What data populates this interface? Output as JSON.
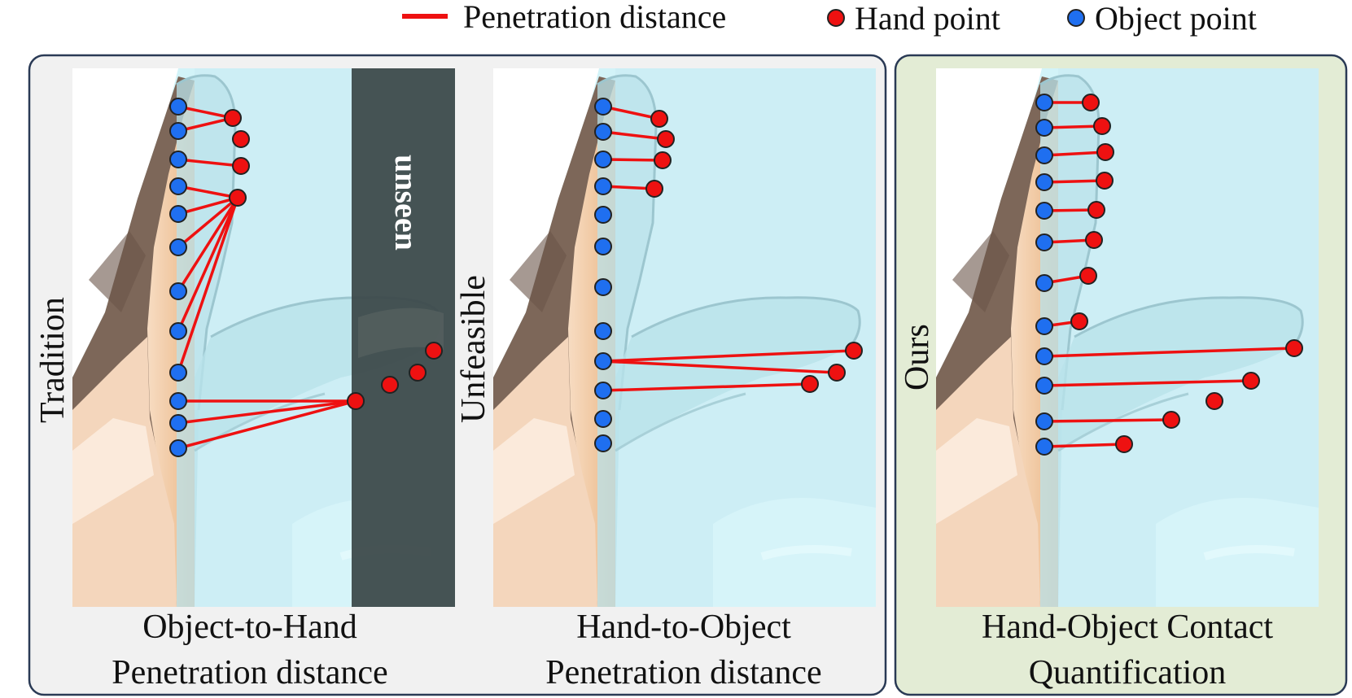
{
  "legend": {
    "penetration": "Penetration distance",
    "hand_point": "Hand point",
    "object_point": "Object point"
  },
  "colors": {
    "line": "#ee1111",
    "hand_point": "#ee1111",
    "object_point": "#1f6ff0",
    "panel_gray": "#f1f1f1",
    "panel_green": "#e3ecd5",
    "object_surface": "#cff3f8",
    "hand_skin": "#f0caa6",
    "hand_shadow": "#7b6659",
    "unseen_band": "#3e4b4c"
  },
  "panels": {
    "tradition": {
      "side_label": "Tradition",
      "unseen": "unseen",
      "caption_1": "Object-to-Hand",
      "caption_2": "Penetration distance"
    },
    "unfeasible": {
      "side_label": "Unfeasible",
      "caption_1": "Hand-to-Object",
      "caption_2": "Penetration distance"
    },
    "ours": {
      "side_label": "Ours",
      "caption_1": "Hand-Object Contact",
      "caption_2": "Quantification"
    }
  }
}
